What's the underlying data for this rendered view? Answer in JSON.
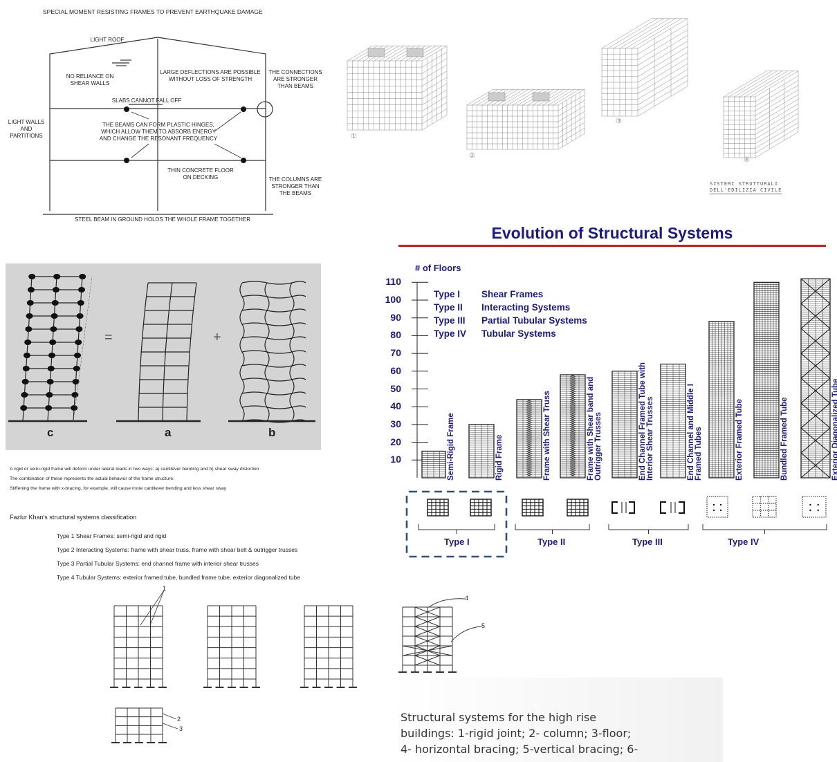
{
  "seismic": {
    "title": "SPECIAL MOMENT RESISTING FRAMES TO PREVENT EARTHQUAKE DAMAGE",
    "light_roof": "LIGHT ROOF",
    "no_reliance": "NO RELIANCE ON SHEAR WALLS",
    "large_deflections": "LARGE DEFLECTIONS ARE POSSIBLE WITHOUT LOSS OF STRENGTH",
    "connections": "THE CONNECTIONS ARE STRONGER THAN BEAMS",
    "slabs": "SLABS CANNOT FALL OFF",
    "light_walls": "LIGHT WALLS AND PARTITIONS",
    "plastic_hinges": "THE BEAMS CAN FORM PLASTIC HINGES, WHICH ALLOW THEM TO ABSORB ENERGY AND CHANGE THE RESONANT FREQUENCY",
    "thin_floor": "THIN CONCRETE FLOOR ON DECKING",
    "columns_stronger": "THE COLUMNS ARE STRONGER THAN THE BEAMS",
    "steel_beam": "STEEL BEAM IN GROUND HOLDS THE WHOLE FRAME TOGETHER"
  },
  "sketches": {
    "caption_line1": "SISTEMI STRUTTURALI",
    "caption_line2": "DELL'EDILIZIA CIVILE",
    "labels": [
      "①",
      "②",
      "③",
      "④"
    ]
  },
  "deformation": {
    "labels": [
      "c",
      "=",
      "a",
      "+",
      "b"
    ],
    "notes": [
      "A rigid or semi-rigid frame will deform under lateral loads in two ways:  a) cantilever bending   and  b) shear sway distortion",
      "The combination of these represents the actual behavior of the frame structure.",
      "Stiffening the frame with x-bracing, for example, will cause more cantilever bending and less shear sway"
    ]
  },
  "khan": {
    "heading": "Fazlur Khan's structural systems classification",
    "rows": [
      "Type 1   Shear Frames:   semi-rigid and rigid",
      "Type 2   Interacting Systems:  frame with shear truss, frame with shear belt & outrigger trusses",
      "Type 3   Partial Tubular Systems:  end channel frame with interior shear trusses",
      "Type 4   Tubular Systems: exterior framed tube, bundled frame tube, exterior diagonalized tube"
    ]
  },
  "evolution": {
    "title": "Evolution of Structural Systems",
    "axis_label": "# of Floors",
    "ticks": [
      "110",
      "100",
      "90",
      "80",
      "70",
      "60",
      "50",
      "40",
      "30",
      "20",
      "10"
    ],
    "legend": [
      {
        "type": "Type I",
        "name": "Shear Frames"
      },
      {
        "type": "Type II",
        "name": "Interacting Systems"
      },
      {
        "type": "Type III",
        "name": "Partial Tubular Systems"
      },
      {
        "type": "Type IV",
        "name": "Tubular Systems"
      }
    ],
    "buildings": [
      {
        "label": "Semi-Rigid Frame",
        "floors": 15
      },
      {
        "label": "Rigid Frame",
        "floors": 30
      },
      {
        "label": "Frame with Shear Truss",
        "floors": 44
      },
      {
        "label": "Frame with Shear band and Outrigger Trusses",
        "floors": 58
      },
      {
        "label": "End Channel Framed Tube with Interior Shear Trusses",
        "floors": 60
      },
      {
        "label": "End Channel and Middle I Framed Tubes",
        "floors": 64
      },
      {
        "label": "Exterior Framed Tube",
        "floors": 88
      },
      {
        "label": "Bundled Framed Tube",
        "floors": 110
      },
      {
        "label": "Exterior Diagonalized Tube",
        "floors": 112
      }
    ],
    "groups": [
      "Type I",
      "Type II",
      "Type III",
      "Type IV"
    ]
  },
  "frames": {
    "labels": [
      "1",
      "2",
      "3",
      "4",
      "5"
    ],
    "caption_line1": "Structural systems for the high rise",
    "caption_line2": "buildings: 1-rigid joint; 2- column; 3-floor;",
    "caption_line3": "4- horizontal bracing; 5-vertical bracing; 6-"
  }
}
